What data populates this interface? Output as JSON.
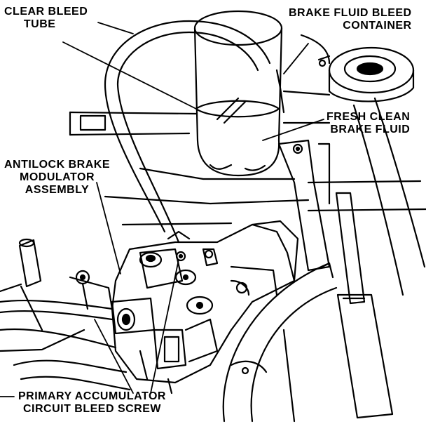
{
  "labels": {
    "clear_bleed_tube": [
      "CLEAR BLEED",
      "TUBE"
    ],
    "bleed_container": [
      "BRAKE FLUID BLEED",
      "CONTAINER"
    ],
    "fresh_fluid": [
      "FRESH CLEAN",
      "BRAKE FLUID"
    ],
    "modulator": [
      "ANTILOCK BRAKE",
      "MODULATOR",
      "ASSEMBLY"
    ],
    "bleed_screw": [
      "PRIMARY ACCUMULATOR",
      "CIRCUIT BLEED SCREW"
    ]
  },
  "colors": {
    "ink": "#000000",
    "paper": "#ffffff"
  }
}
